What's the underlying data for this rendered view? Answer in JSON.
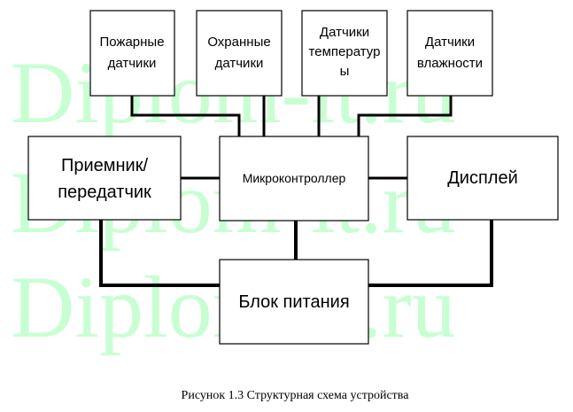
{
  "watermark": "Diplom-it.ru",
  "sensors": [
    {
      "id": "fire",
      "lines": [
        "Пожарные",
        "датчики"
      ]
    },
    {
      "id": "security",
      "lines": [
        "Охранные",
        "датчики"
      ]
    },
    {
      "id": "temperature",
      "lines": [
        "Датчики",
        "температур",
        "ы"
      ]
    },
    {
      "id": "humidity",
      "lines": [
        "Датчики",
        "влажности"
      ]
    }
  ],
  "transceiver": {
    "lines": [
      "Приемник/",
      "передатчик"
    ]
  },
  "mcu": {
    "label": "Микроконтроллер"
  },
  "display": {
    "label": "Дисплей"
  },
  "power": {
    "label": "Блок питания"
  },
  "caption": "Рисунок 1.3 Структурная схема устройства"
}
